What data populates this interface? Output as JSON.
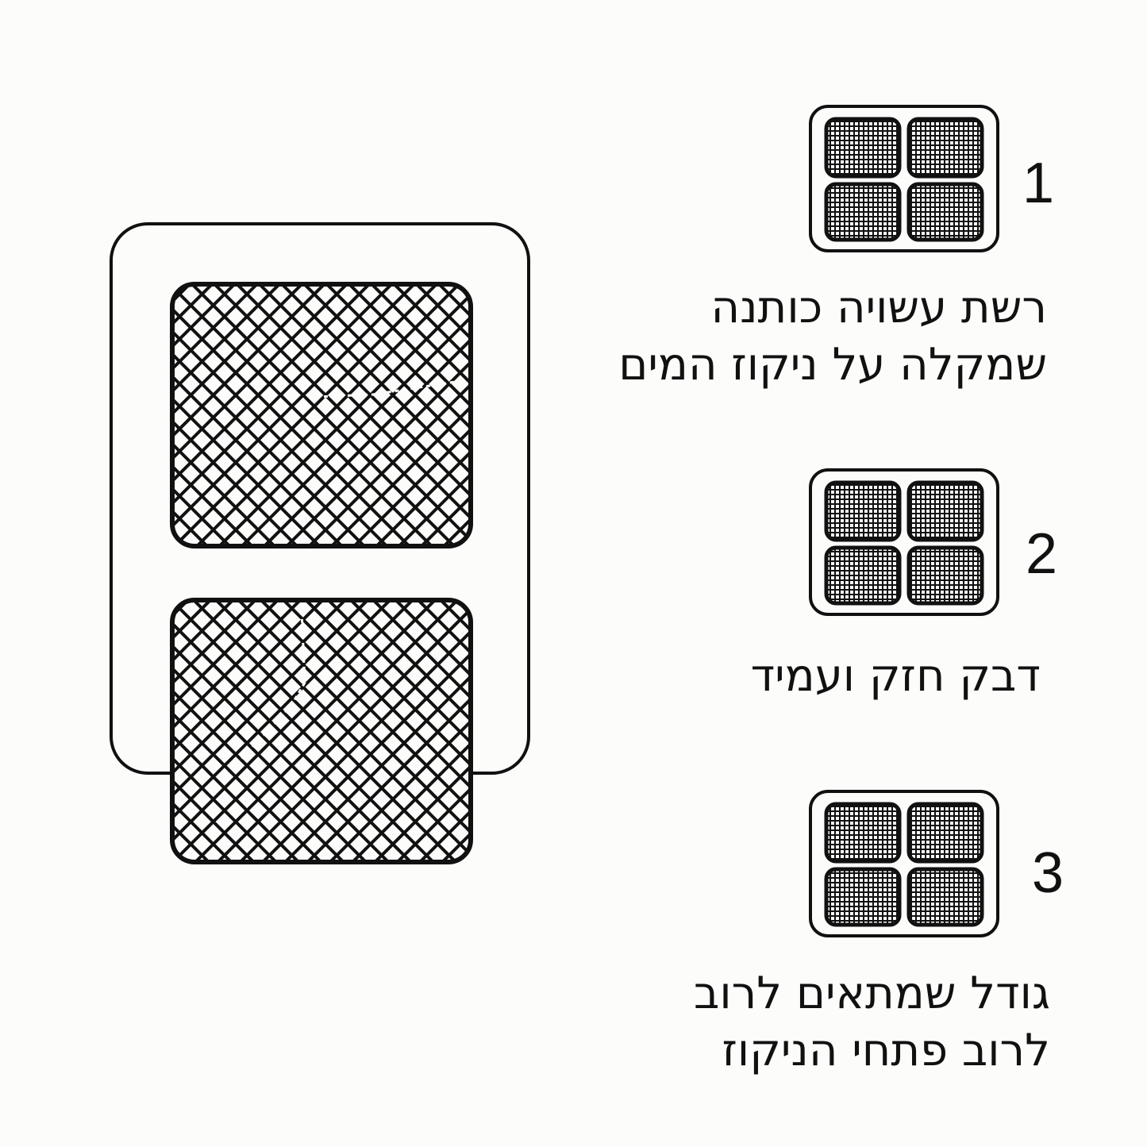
{
  "colors": {
    "background": "#fcfcfb",
    "ink": "#111111"
  },
  "large_filter": {
    "icon": "mesh-filter-pad-two-panel"
  },
  "features": [
    {
      "number": "1",
      "lines": [
        "רשת עשויה כותנה",
        "שמקלה על ניקוז המים"
      ],
      "icon": "mesh-filter-pads-4-icon"
    },
    {
      "number": "2",
      "lines": [
        "דבק חזק ועמיד"
      ],
      "icon": "mesh-filter-pads-4-icon"
    },
    {
      "number": "3",
      "lines": [
        "גודל שמתאים לרוב",
        "לרוב פתחי הניקוז"
      ],
      "icon": "mesh-filter-pads-4-icon"
    }
  ]
}
